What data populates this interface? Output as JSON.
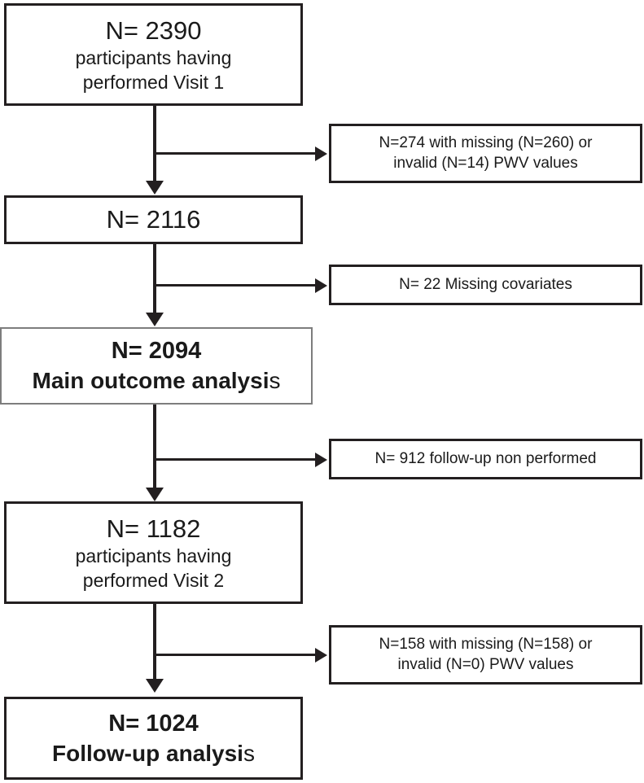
{
  "diagram": {
    "type": "participant-flow-chart",
    "title": "Study participant flow diagram",
    "colors": {
      "box_border": "#231f20",
      "box_border_highlight": "#7d7d7d",
      "background": "#ffffff",
      "text": "#1a1a1a",
      "connector": "#231f20"
    },
    "main_nodes": [
      {
        "id": "visit1",
        "count_label": "N= 2390",
        "detail_line1": "participants having",
        "detail_line2": "performed Visit 1",
        "emphasis": false
      },
      {
        "id": "after-pwv-exclusion",
        "count_label": "N= 2116",
        "detail_line1": "",
        "detail_line2": "",
        "emphasis": false
      },
      {
        "id": "main-outcome",
        "count_label": "N= 2094",
        "detail_line1": "Main outcome analysi",
        "detail_line2": "s",
        "emphasis": true
      },
      {
        "id": "visit2",
        "count_label": "N= 1182",
        "detail_line1": "participants having",
        "detail_line2": "performed Visit 2",
        "emphasis": false
      },
      {
        "id": "follow-up-analysis",
        "count_label": "N= 1024",
        "detail_line1": "Follow-up analysi",
        "detail_line2": "s",
        "emphasis": true
      }
    ],
    "exclusion_nodes": [
      {
        "id": "exclusion-pwv-visit1",
        "line1": "N=274 with missing (N=260) or",
        "line2": "invalid (N=14) PWV values"
      },
      {
        "id": "exclusion-covariates",
        "line1": "N= 22 Missing covariates",
        "line2": ""
      },
      {
        "id": "exclusion-no-followup",
        "line1": "N= 912 follow-up non performed",
        "line2": ""
      },
      {
        "id": "exclusion-pwv-visit2",
        "line1": "N=158 with missing (N=158) or",
        "line2": "invalid (N=0) PWV values"
      }
    ]
  }
}
